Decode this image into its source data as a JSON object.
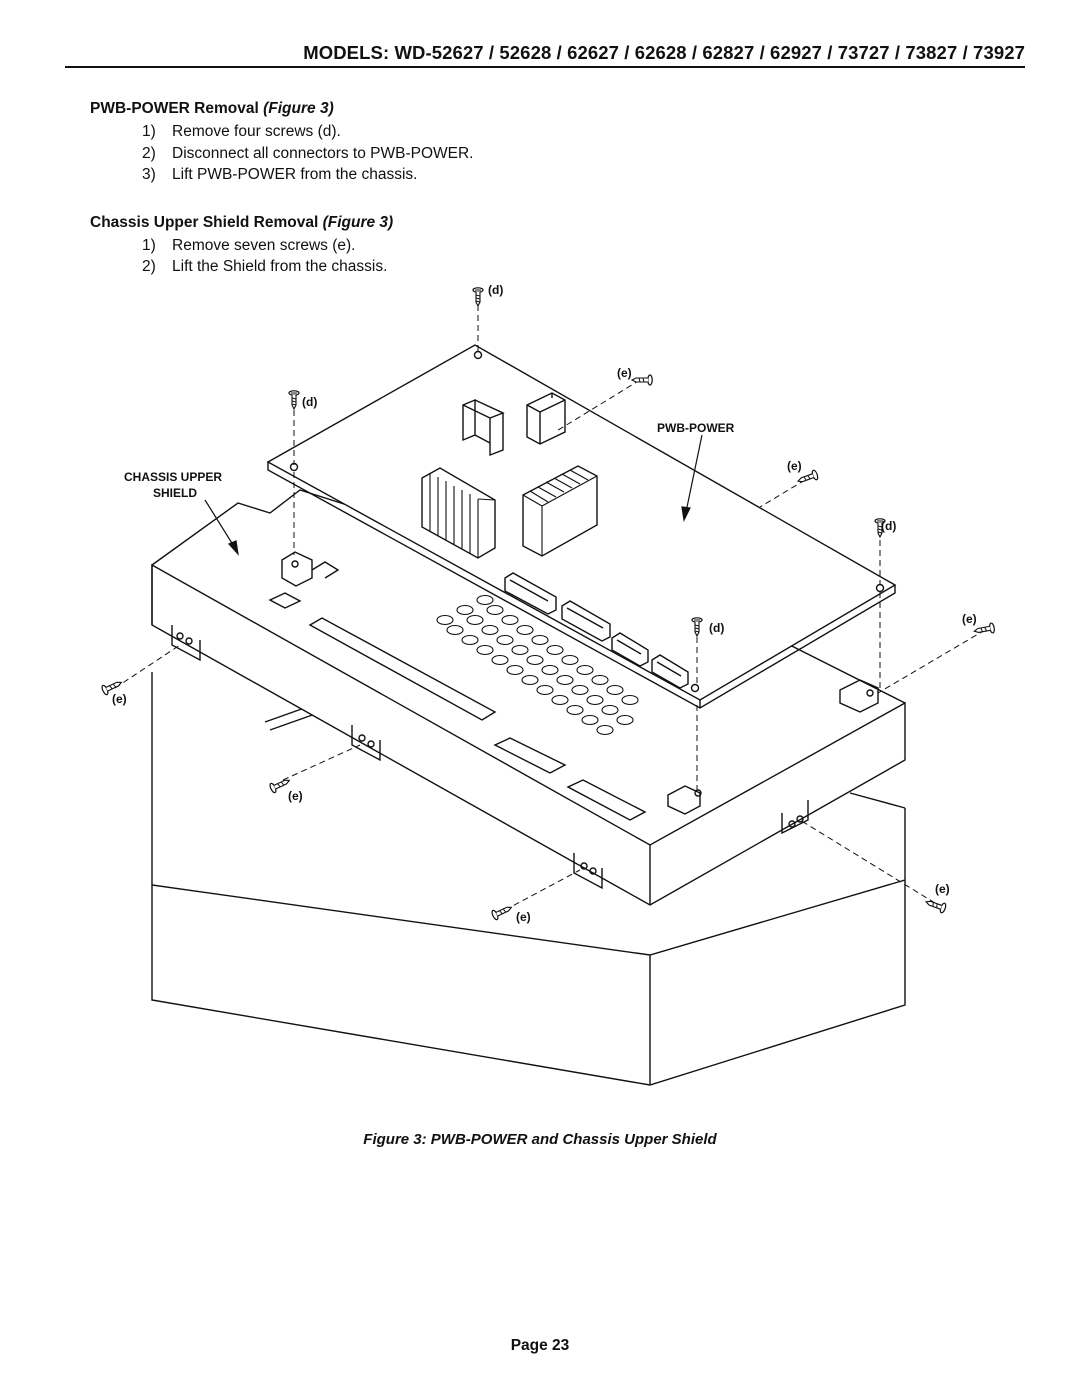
{
  "header": {
    "models": "MODELS: WD-52627 / 52628 / 62627 / 62628 / 62827 / 62927 / 73727 / 73827 / 73927"
  },
  "pwb_section": {
    "title": "PWB-POWER Removal",
    "fig_ref": "(Figure 3)",
    "steps": [
      {
        "num": "1)",
        "text": "Remove four screws (d)."
      },
      {
        "num": "2)",
        "text": "Disconnect all connectors to PWB-POWER."
      },
      {
        "num": "3)",
        "text": "Lift PWB-POWER from the chassis."
      }
    ]
  },
  "shield_section": {
    "title": "Chassis Upper Shield Removal",
    "fig_ref": "(Figure 3)",
    "steps": [
      {
        "num": "1)",
        "text": "Remove seven screws (e)."
      },
      {
        "num": "2)",
        "text": "Lift the Shield from the chassis."
      }
    ]
  },
  "diagram": {
    "label_pwb": "PWB-POWER",
    "label_shield_line1": "CHASSIS UPPER",
    "label_shield_line2": "SHIELD",
    "screw_d": "(d)",
    "screw_e": "(e)"
  },
  "caption": "Figure 3: PWB-POWER and Chassis Upper Shield",
  "page": "Page 23"
}
